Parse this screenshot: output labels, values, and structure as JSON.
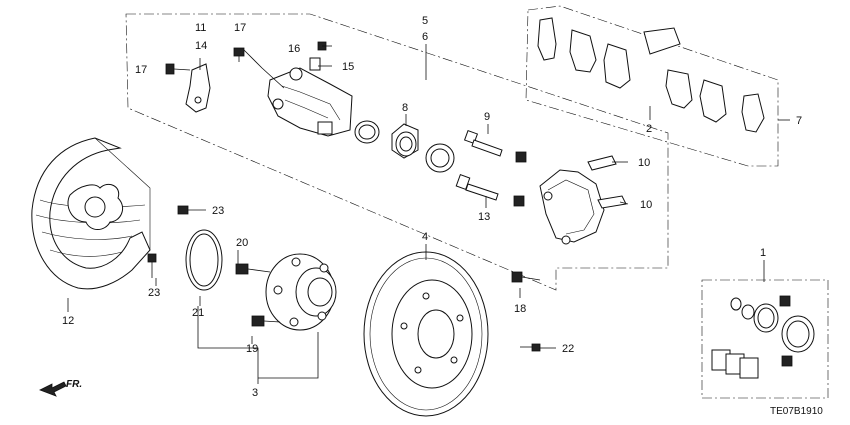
{
  "diagram_code": "TE07B1910",
  "direction_label": "FR.",
  "labels": {
    "p1": "1",
    "p2": "2",
    "p3": "3",
    "p4": "4",
    "p5": "5",
    "p6": "6",
    "p7": "7",
    "p8": "8",
    "p9": "9",
    "p10a": "10",
    "p10b": "10",
    "p11": "11",
    "p12": "12",
    "p13": "13",
    "p14": "14",
    "p15": "15",
    "p16": "16",
    "p17a": "17",
    "p17b": "17",
    "p18": "18",
    "p19": "19",
    "p20": "20",
    "p21": "21",
    "p22": "22",
    "p23a": "23",
    "p23b": "23"
  }
}
